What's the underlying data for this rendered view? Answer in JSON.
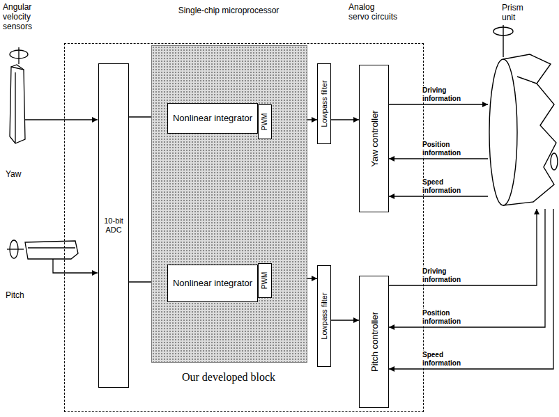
{
  "diagram": {
    "nodes": [
      {
        "text": [
          "Our developed block"
        ]
      },
      {
        "text": [
          "10-bit ADC"
        ],
        "in": 0
      },
      {
        "text": [
          "Single-chip microprocessor"
        ],
        "in": 0
      },
      {
        "text": [
          "Nonlinear integrator"
        ],
        "in": 2
      },
      {
        "text": [
          "PWM"
        ],
        "in": 2
      },
      {
        "text": [
          "Nonlinear integrator"
        ],
        "in": 2
      },
      {
        "text": [
          "PWM"
        ],
        "in": 2
      },
      {
        "text": [
          "Lowpass filter"
        ],
        "in": 0
      },
      {
        "text": [
          "Lowpass filter"
        ],
        "in": 0
      },
      {
        "text": [
          "Yaw controller"
        ],
        "in": 0
      },
      {
        "text": [
          "Pitch controller"
        ],
        "in": 0
      },
      {
        "text": [
          "Prism unit"
        ]
      }
    ],
    "edges": [
      {
        "from": 1,
        "to": 3,
        "arrow": "to"
      },
      {
        "from": 1,
        "to": 5,
        "arrow": "to"
      },
      {
        "from": 4,
        "to": 7,
        "arrow": "to"
      },
      {
        "from": 6,
        "to": 8,
        "arrow": "to"
      },
      {
        "from": 7,
        "to": 9,
        "arrow": "to"
      },
      {
        "from": 8,
        "to": 10,
        "arrow": "to"
      },
      {
        "from": 9,
        "to": 11,
        "label": "Driving information",
        "arrow": "to"
      },
      {
        "from": 11,
        "to": 9,
        "label": "Position information",
        "arrow": "to"
      },
      {
        "from": 11,
        "to": 9,
        "label": "Speed information",
        "arrow": "to"
      },
      {
        "from": 10,
        "to": 11,
        "label": "Driving information",
        "arrow": "to"
      },
      {
        "from": 11,
        "to": 10,
        "label": "Position information",
        "arrow": "to"
      },
      {
        "from": 11,
        "to": 10,
        "label": "Speed information",
        "arrow": "to"
      }
    ],
    "labels": [
      "Angular velocity sensors",
      "Analog servo circuits",
      "Yaw",
      "Pitch"
    ]
  }
}
